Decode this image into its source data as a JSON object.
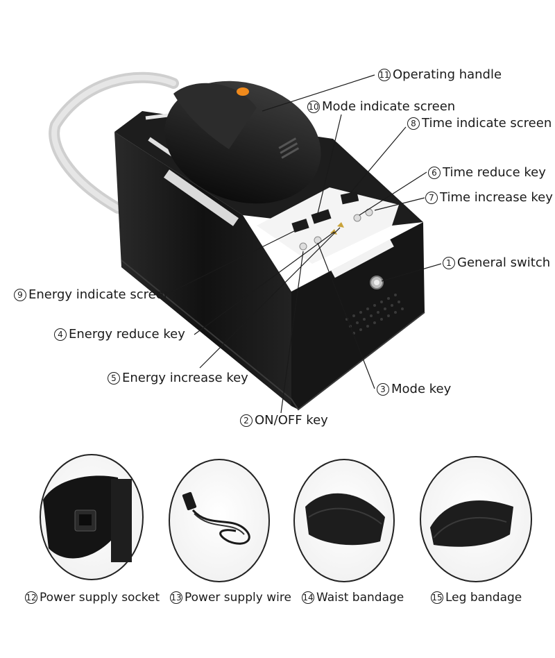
{
  "callouts": [
    {
      "num": "1",
      "text": "General switch"
    },
    {
      "num": "2",
      "text": "ON/OFF key"
    },
    {
      "num": "3",
      "text": "Mode key"
    },
    {
      "num": "4",
      "text": "Energy reduce key"
    },
    {
      "num": "5",
      "text": "Energy increase key"
    },
    {
      "num": "6",
      "text": "Time reduce key"
    },
    {
      "num": "7",
      "text": "Time increase key"
    },
    {
      "num": "8",
      "text": "Time indicate screen"
    },
    {
      "num": "9",
      "text": "Energy indicate screen"
    },
    {
      "num": "10",
      "text": "Mode indicate screen"
    },
    {
      "num": "11",
      "text": "Operating handle"
    }
  ],
  "accessories": [
    {
      "num": "12",
      "text": "Power supply socket"
    },
    {
      "num": "13",
      "text": "Power supply wire"
    },
    {
      "num": "14",
      "text": "Waist bandage"
    },
    {
      "num": "15",
      "text": "Leg bandage"
    }
  ]
}
